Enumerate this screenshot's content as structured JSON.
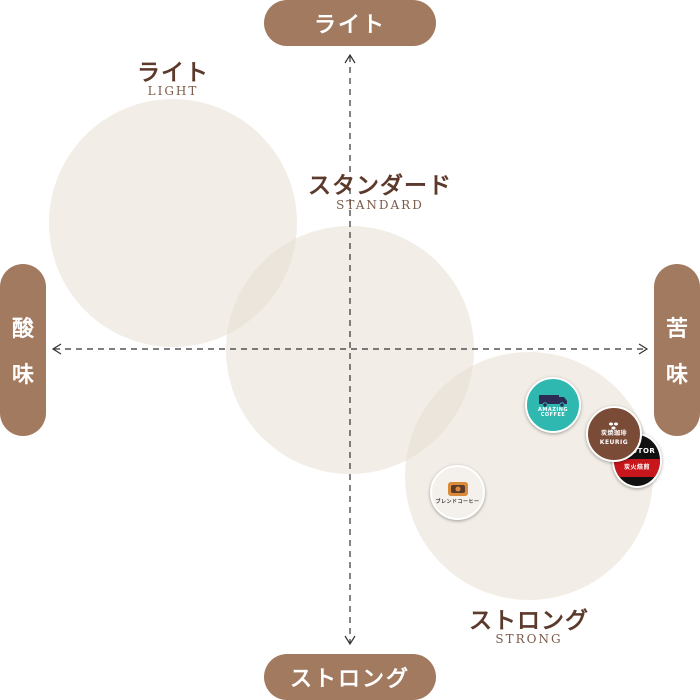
{
  "axes": {
    "top": "ライト",
    "bottom": "ストロング",
    "left": [
      "酸",
      "味"
    ],
    "right": [
      "苦",
      "味"
    ]
  },
  "zones": {
    "light": {
      "jp": "ライト",
      "en": "LIGHT"
    },
    "standard": {
      "jp": "スタンダード",
      "en": "STANDARD"
    },
    "strong": {
      "jp": "ストロング",
      "en": "STRONG"
    }
  },
  "pods": {
    "amazing": {
      "label": "AMAZING COFFEE",
      "color": "#2fb8b0"
    },
    "keuric": {
      "label1": "炭焼珈琲",
      "label2": "KEURIG",
      "color": "#7a4b37"
    },
    "doutor": {
      "label1": "DOUTOR",
      "label2": "炭火焙煎",
      "color": "#c8161d"
    },
    "blend": {
      "label": "ブレンドコーヒー",
      "color": "#f4f1ec"
    }
  },
  "colors": {
    "pill": "#a17a60",
    "circle": "#ede3d6",
    "text": "#5b3a2b"
  }
}
